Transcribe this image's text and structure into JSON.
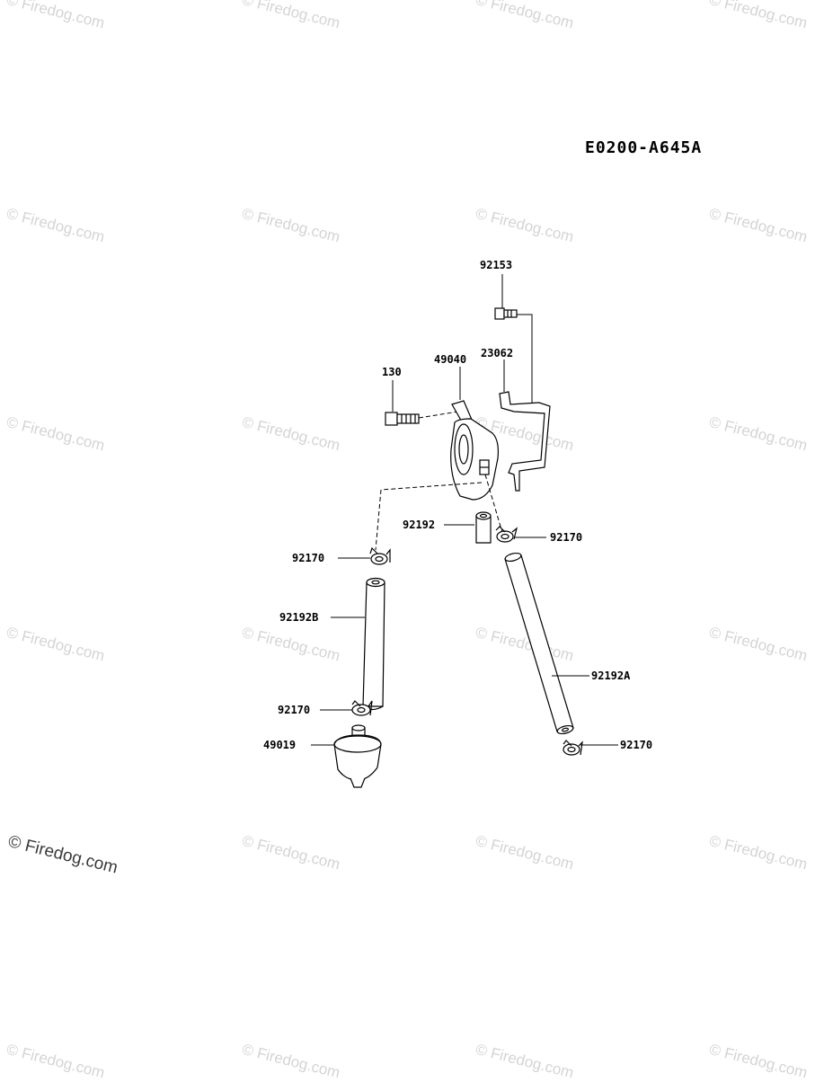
{
  "diagram_code": "E0200-A645A",
  "watermark": "© Firedog.com",
  "parts": {
    "p92153": "92153",
    "p130": "130",
    "p49040": "49040",
    "p23062": "23062",
    "p92192": "92192",
    "p92170_a": "92170",
    "p92170_b": "92170",
    "p92192B": "92192B",
    "p92192A": "92192A",
    "p92170_c": "92170",
    "p92170_d": "92170",
    "p49019": "49019"
  }
}
